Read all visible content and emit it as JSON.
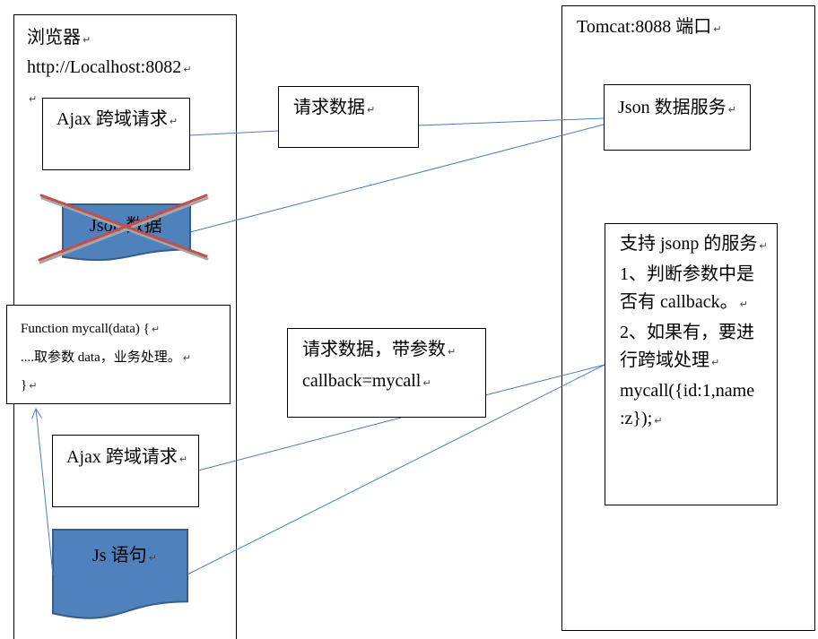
{
  "browser": {
    "header_lines": [
      "浏览器↵",
      "http://Localhost:8082↵",
      "↵"
    ],
    "ajax_request_top": "Ajax 跨域请求↵",
    "json_data_rejected": "Json 数据",
    "callback_function_lines": [
      "Function mycall(data) {↵",
      "....取参数 data，业务处理。↵",
      "}↵"
    ],
    "ajax_request_bottom": "Ajax 跨域请求↵",
    "js_statement": "Js 语句↵"
  },
  "requests": {
    "plain_request": "请求数据↵",
    "jsonp_request_lines": [
      "请求数据，带参数↵",
      "callback=mycall↵"
    ]
  },
  "server": {
    "title": "Tomcat:8088 端口↵",
    "json_service": "Json 数据服务↵",
    "jsonp_service_lines": [
      "支持 jsonp 的服务↵",
      "1、判断参数中是",
      "否有 callback。↵",
      "2、如果有，要进",
      "行跨域处理↵",
      "mycall({id:1,name",
      ":z});↵"
    ]
  },
  "colors": {
    "connector": "#4a7ebb",
    "shape_fill": "#4f81bd",
    "shape_stroke": "#385d8a",
    "cross": "#c0504d",
    "cross_shadow": "#a6a6a6",
    "border": "#000000"
  }
}
